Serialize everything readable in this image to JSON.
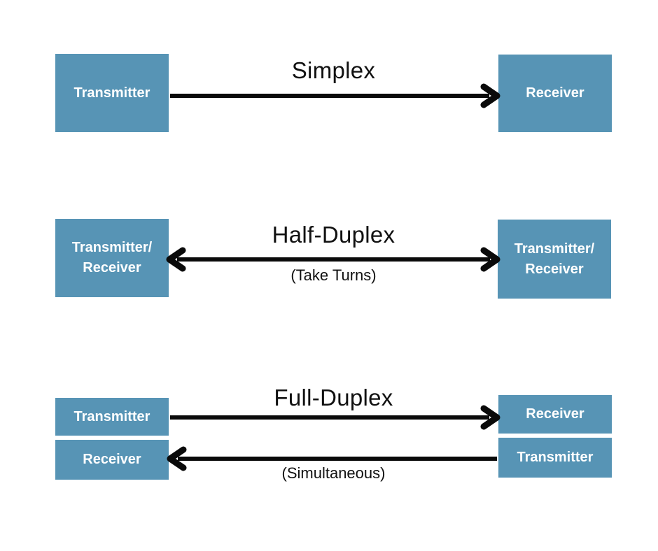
{
  "colors": {
    "canvas_bg": "#ffffff",
    "box_fill": "#5794B5",
    "box_text": "#ffffff",
    "arrow": "#0a0a0a",
    "title_text": "#111111"
  },
  "sections": {
    "simplex": {
      "title": "Simplex",
      "left_box": "Transmitter",
      "right_box": "Receiver",
      "arrow_direction": "left-to-right"
    },
    "half_duplex": {
      "title": "Half-Duplex",
      "subtitle": "(Take Turns)",
      "left_box_line1": "Transmitter/",
      "left_box_line2": "Receiver",
      "right_box_line1": "Transmitter/",
      "right_box_line2": "Receiver",
      "arrow_direction": "bidirectional"
    },
    "full_duplex": {
      "title": "Full-Duplex",
      "subtitle": "(Simultaneous)",
      "left_top_box": "Transmitter",
      "left_bottom_box": "Receiver",
      "right_top_box": "Receiver",
      "right_bottom_box": "Transmitter",
      "forward_arrow_direction": "left-to-right",
      "return_arrow_direction": "right-to-left"
    }
  }
}
